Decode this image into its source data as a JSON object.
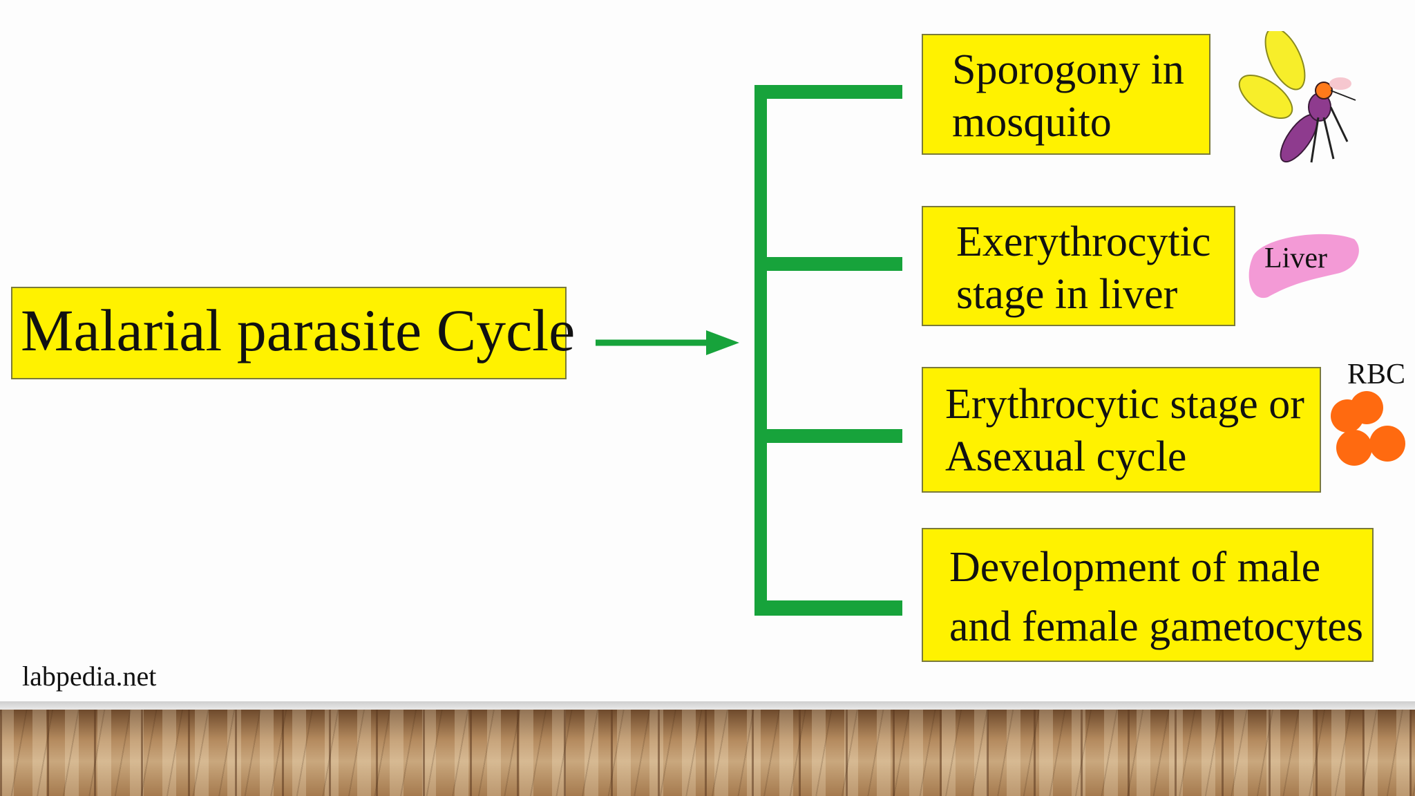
{
  "title": "Malarial parasite Cycle",
  "stages": [
    {
      "line1": "Sporogony in",
      "line2": "mosquito",
      "icon": "mosquito-icon"
    },
    {
      "line1": "Exerythrocytic",
      "line2": "stage in liver",
      "icon": "liver-icon",
      "icon_label": "Liver"
    },
    {
      "line1": "Erythrocytic stage or",
      "line2": "Asexual cycle",
      "icon": "rbc-icon",
      "icon_label": "RBC"
    },
    {
      "line1": "Development of male",
      "line2": "and female gametocytes"
    }
  ],
  "footer": "labpedia.net",
  "colors": {
    "box_fill": "#fff200",
    "connector": "#17a33b",
    "liver": "#f39ad6",
    "rbc": "#ff6a10",
    "floor": "#b48a5e"
  }
}
